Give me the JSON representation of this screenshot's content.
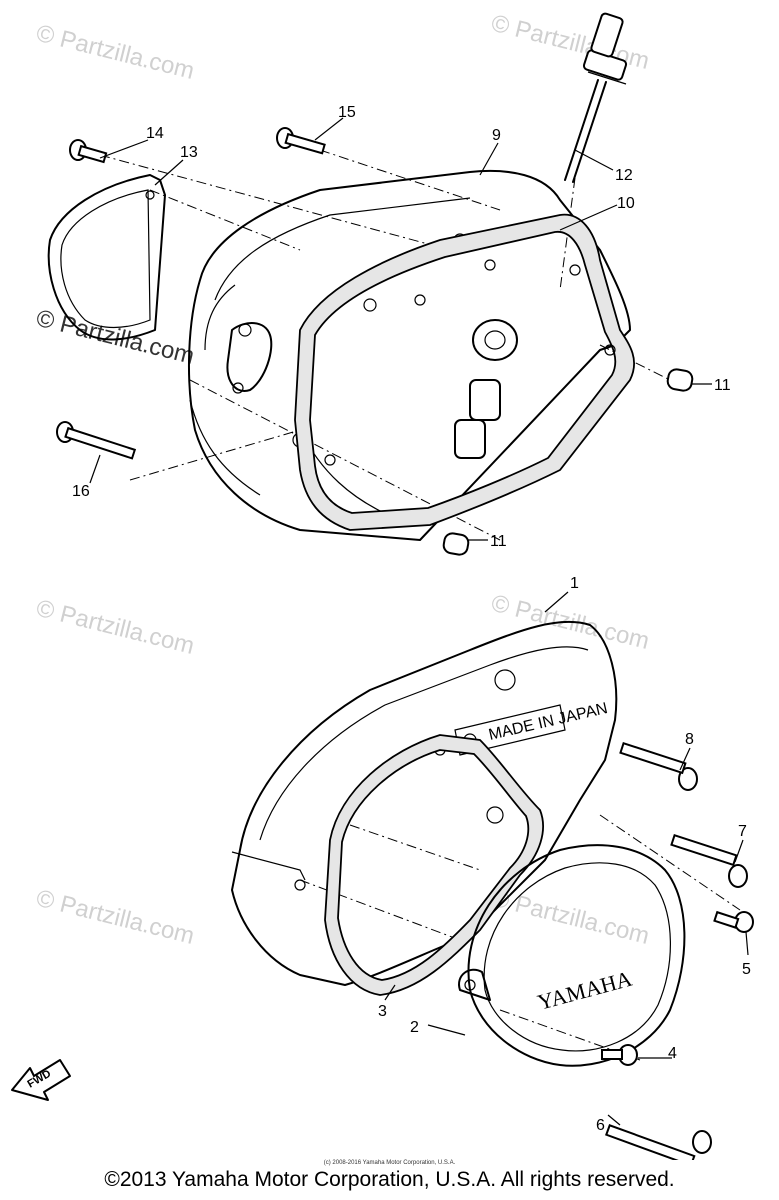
{
  "watermark": "© Partzilla.com",
  "callouts": {
    "c1": "1",
    "c2": "2",
    "c3": "3",
    "c4": "4",
    "c5": "5",
    "c6": "6",
    "c7": "7",
    "c8": "8",
    "c9": "9",
    "c10": "10",
    "c11a": "11",
    "c11b": "11",
    "c12": "12",
    "c13": "13",
    "c14": "14",
    "c15": "15",
    "c16": "16"
  },
  "cover_logo": "YAMAHA",
  "made_in": "MADE IN JAPAN",
  "fwd_label": "FWD",
  "small_print": "(c) 2008-2016 Yamaha Motor Corporation, U.S.A.",
  "copyright": "©2013 Yamaha Motor Corporation, U.S.A. All rights reserved."
}
